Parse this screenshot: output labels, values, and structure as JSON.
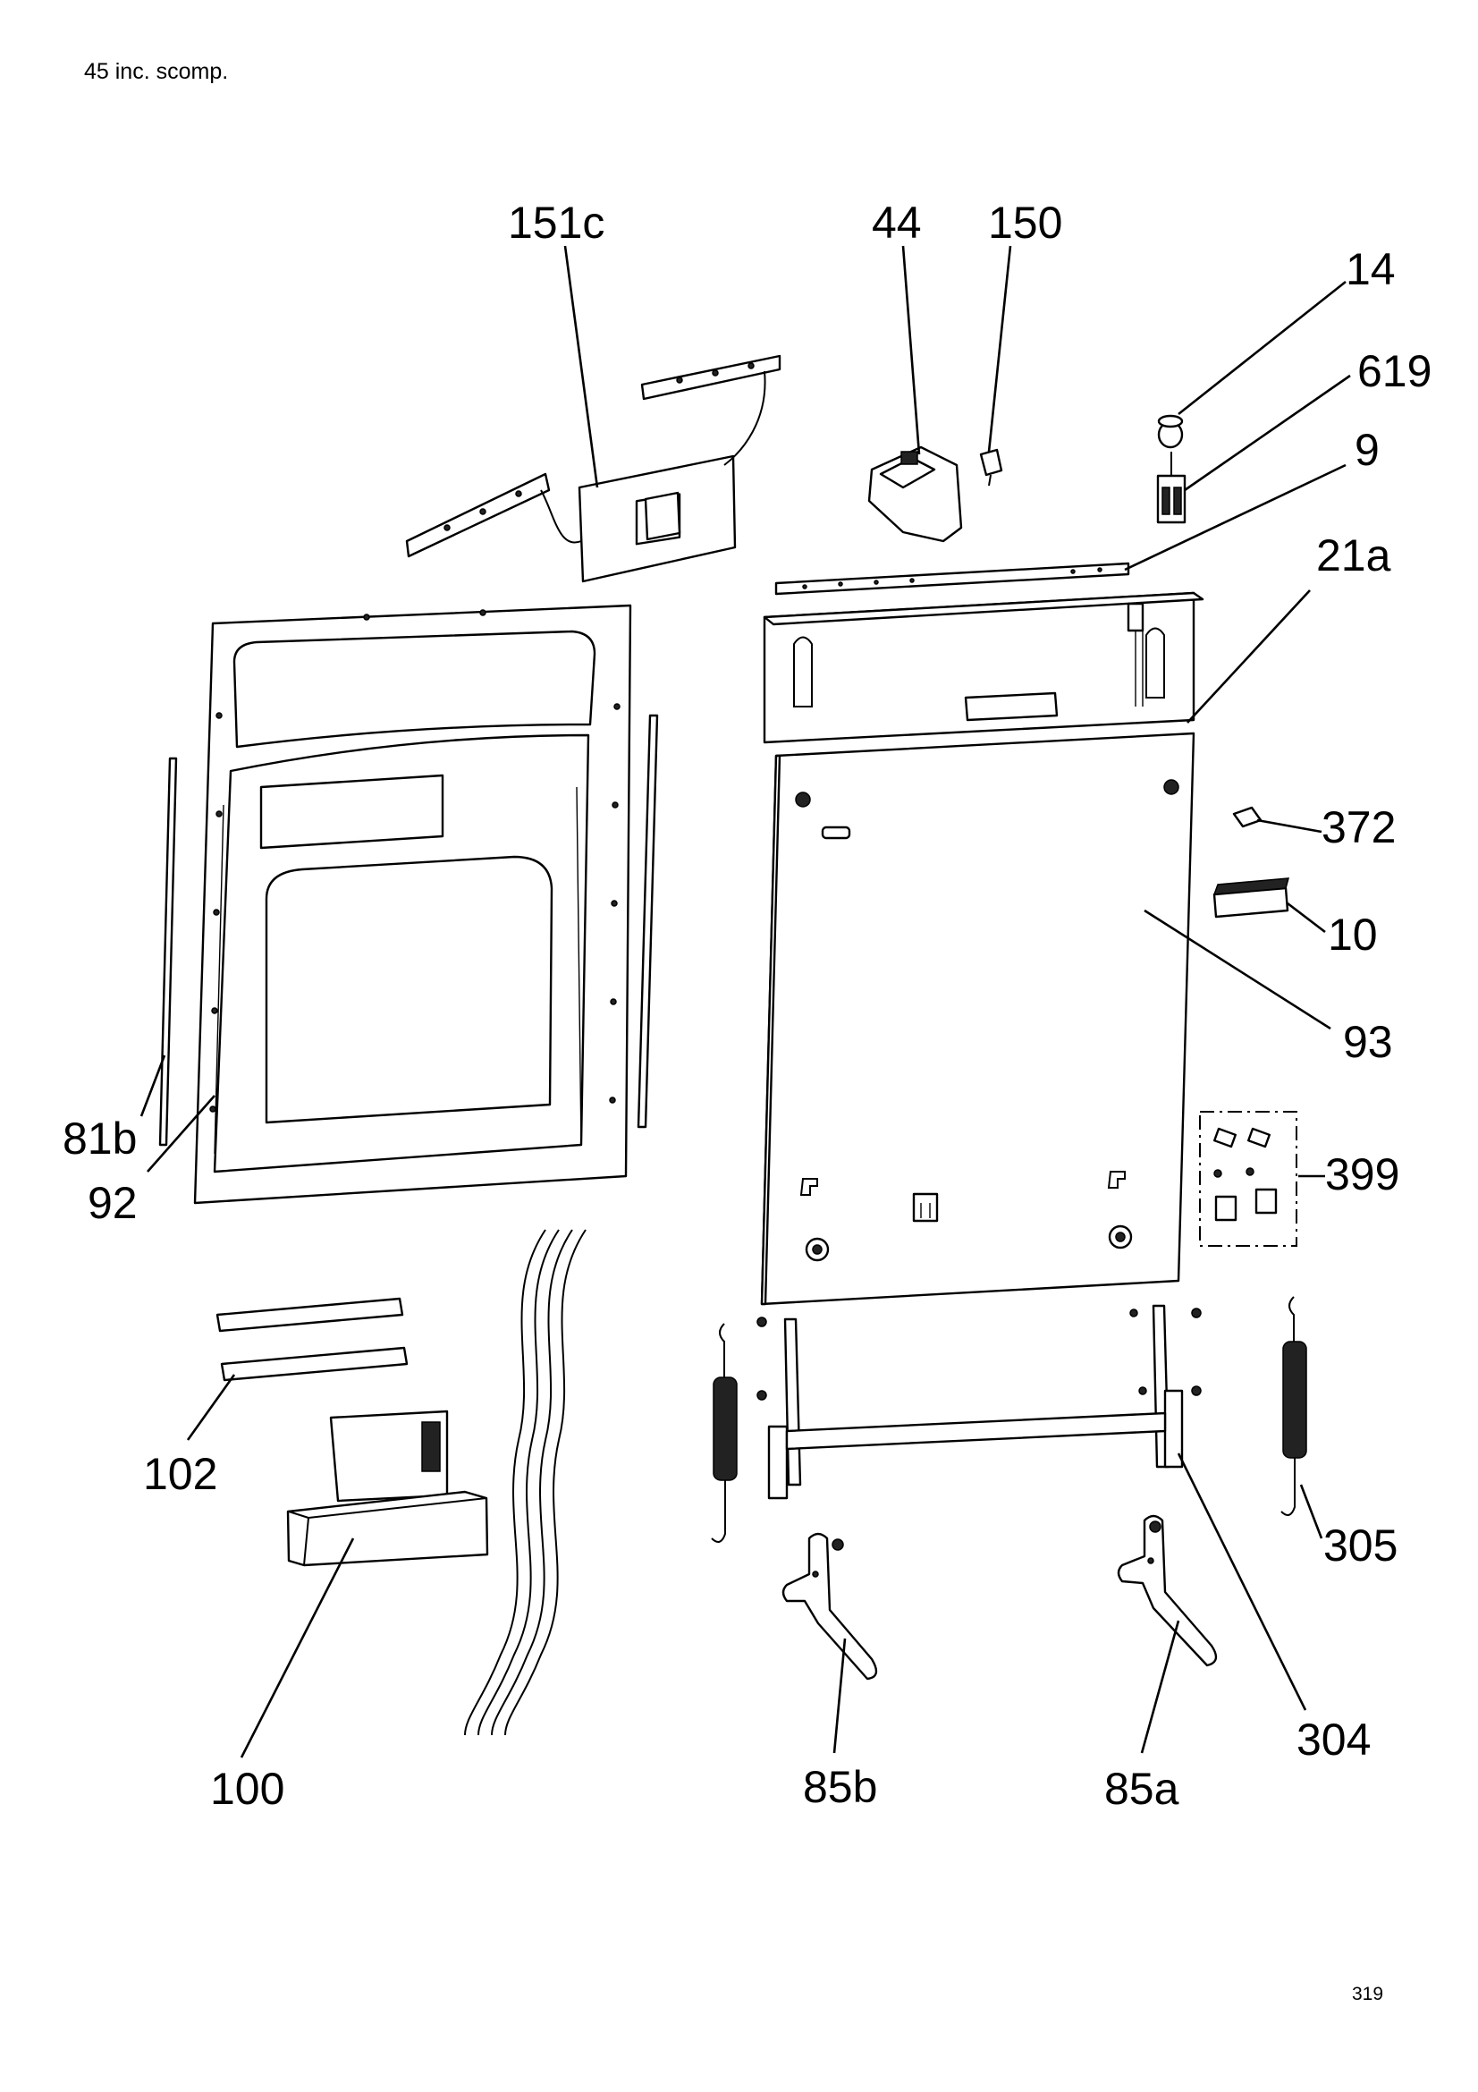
{
  "header": "45 inc. scomp.",
  "page_number": "319",
  "callouts": [
    {
      "id": "151c"
    },
    {
      "id": "44"
    },
    {
      "id": "150"
    },
    {
      "id": "14"
    },
    {
      "id": "619"
    },
    {
      "id": "9"
    },
    {
      "id": "21a"
    },
    {
      "id": "372"
    },
    {
      "id": "10"
    },
    {
      "id": "93"
    },
    {
      "id": "399"
    },
    {
      "id": "81b"
    },
    {
      "id": "92"
    },
    {
      "id": "102"
    },
    {
      "id": "100"
    },
    {
      "id": "305"
    },
    {
      "id": "304"
    },
    {
      "id": "85b"
    },
    {
      "id": "85a"
    }
  ]
}
